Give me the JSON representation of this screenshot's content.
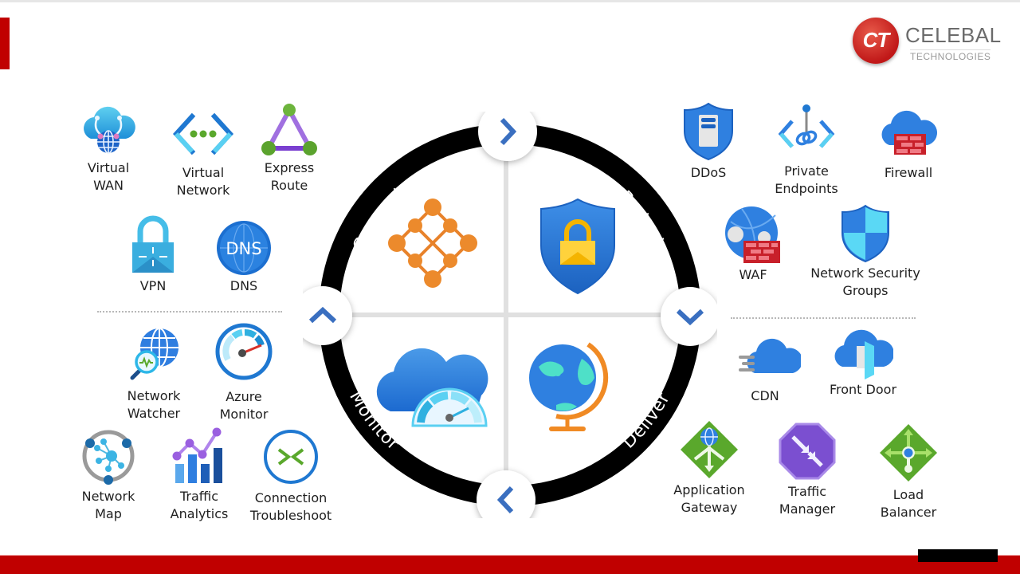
{
  "brand": {
    "name": "Celebal",
    "subtitle": "Technologies",
    "monogram": "CT",
    "accent_color": "#c00000"
  },
  "wheel": {
    "segments": [
      {
        "label": "Connect",
        "icon": "network-mesh-icon"
      },
      {
        "label": "Protect",
        "icon": "shield-lock-icon"
      },
      {
        "label": "Monitor",
        "icon": "cloud-gauge-icon"
      },
      {
        "label": "Deliver",
        "icon": "globe-icon"
      }
    ],
    "arrows": [
      {
        "direction": "right",
        "icon": "chevron-right-icon"
      },
      {
        "direction": "down",
        "icon": "chevron-down-icon"
      },
      {
        "direction": "left",
        "icon": "chevron-left-icon"
      },
      {
        "direction": "up",
        "icon": "chevron-up-icon"
      }
    ]
  },
  "connect": {
    "services": [
      {
        "label1": "Virtual",
        "label2": "WAN",
        "icon": "virtual-wan-icon"
      },
      {
        "label1": "Virtual",
        "label2": "Network",
        "icon": "virtual-network-icon"
      },
      {
        "label1": "Express",
        "label2": "Route",
        "icon": "express-route-icon"
      },
      {
        "label1": "VPN",
        "label2": "",
        "icon": "vpn-icon"
      },
      {
        "label1": "DNS",
        "label2": "",
        "icon": "dns-icon"
      }
    ]
  },
  "monitor": {
    "services": [
      {
        "label1": "Network",
        "label2": "Watcher",
        "icon": "network-watcher-icon"
      },
      {
        "label1": "Azure",
        "label2": "Monitor",
        "icon": "azure-monitor-icon"
      },
      {
        "label1": "Network",
        "label2": "Map",
        "icon": "network-map-icon"
      },
      {
        "label1": "Traffic",
        "label2": "Analytics",
        "icon": "traffic-analytics-icon"
      },
      {
        "label1": "Connection",
        "label2": "Troubleshoot",
        "icon": "connection-troubleshoot-icon"
      }
    ]
  },
  "protect": {
    "services": [
      {
        "label1": "DDoS",
        "label2": "",
        "icon": "ddos-icon"
      },
      {
        "label1": "Private",
        "label2": "Endpoints",
        "icon": "private-endpoints-icon"
      },
      {
        "label1": "Firewall",
        "label2": "",
        "icon": "firewall-icon"
      },
      {
        "label1": "WAF",
        "label2": "",
        "icon": "waf-icon"
      },
      {
        "label1": "Network Security",
        "label2": "Groups",
        "icon": "nsg-icon"
      }
    ]
  },
  "deliver": {
    "services": [
      {
        "label1": "CDN",
        "label2": "",
        "icon": "cdn-icon"
      },
      {
        "label1": "Front Door",
        "label2": "",
        "icon": "front-door-icon"
      },
      {
        "label1": "Application",
        "label2": "Gateway",
        "icon": "application-gateway-icon"
      },
      {
        "label1": "Traffic",
        "label2": "Manager",
        "icon": "traffic-manager-icon"
      },
      {
        "label1": "Load",
        "label2": "Balancer",
        "icon": "load-balancer-icon"
      }
    ]
  }
}
